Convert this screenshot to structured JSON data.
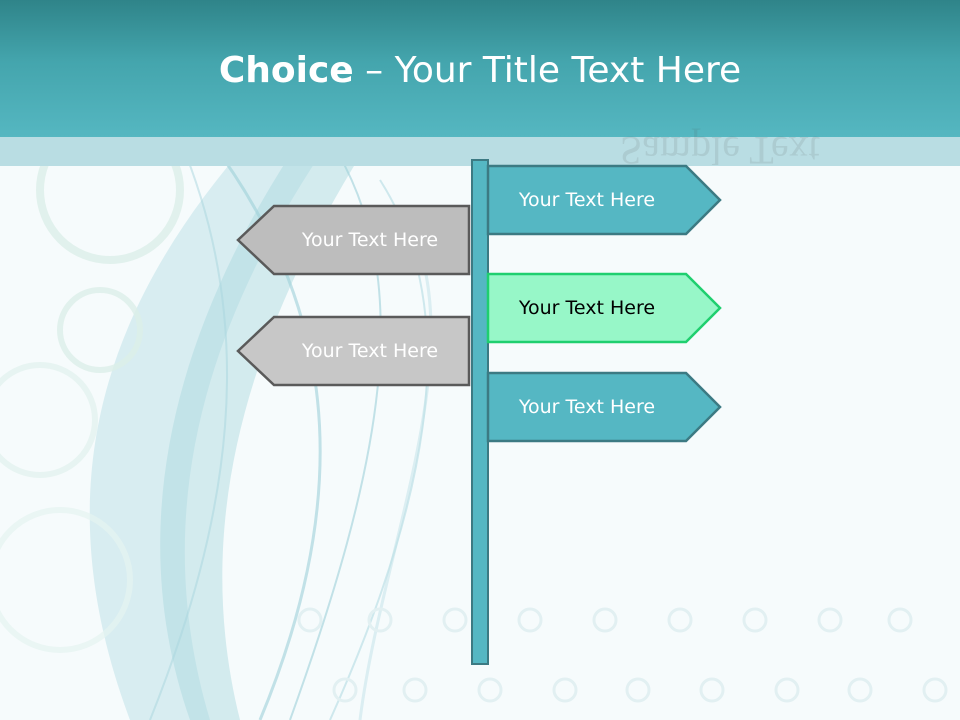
{
  "slide": {
    "title_bold": "Choice",
    "title_separator": "–",
    "title_rest": "Your Title Text Here",
    "watermark": "Sample Text"
  },
  "signs": {
    "right": [
      {
        "label": "Your Text Here",
        "fill": "#55b7c3",
        "text_color": "#ffffff"
      },
      {
        "label": "Your Text Here",
        "fill": "#97f7c8",
        "text_color": "#000000",
        "highlighted": true
      },
      {
        "label": "Your Text Here",
        "fill": "#55b7c3",
        "text_color": "#ffffff"
      }
    ],
    "left": [
      {
        "label": "Your Text Here",
        "fill": "#bdbdbd",
        "text_color": "#ffffff"
      },
      {
        "label": "Your Text Here",
        "fill": "#c7c7c7",
        "text_color": "#ffffff"
      }
    ]
  },
  "colors": {
    "header": "#44a5ad",
    "pole": "#55b7c3",
    "pole_outline": "#3c7a83",
    "highlight_outline": "#1fcf6f"
  }
}
